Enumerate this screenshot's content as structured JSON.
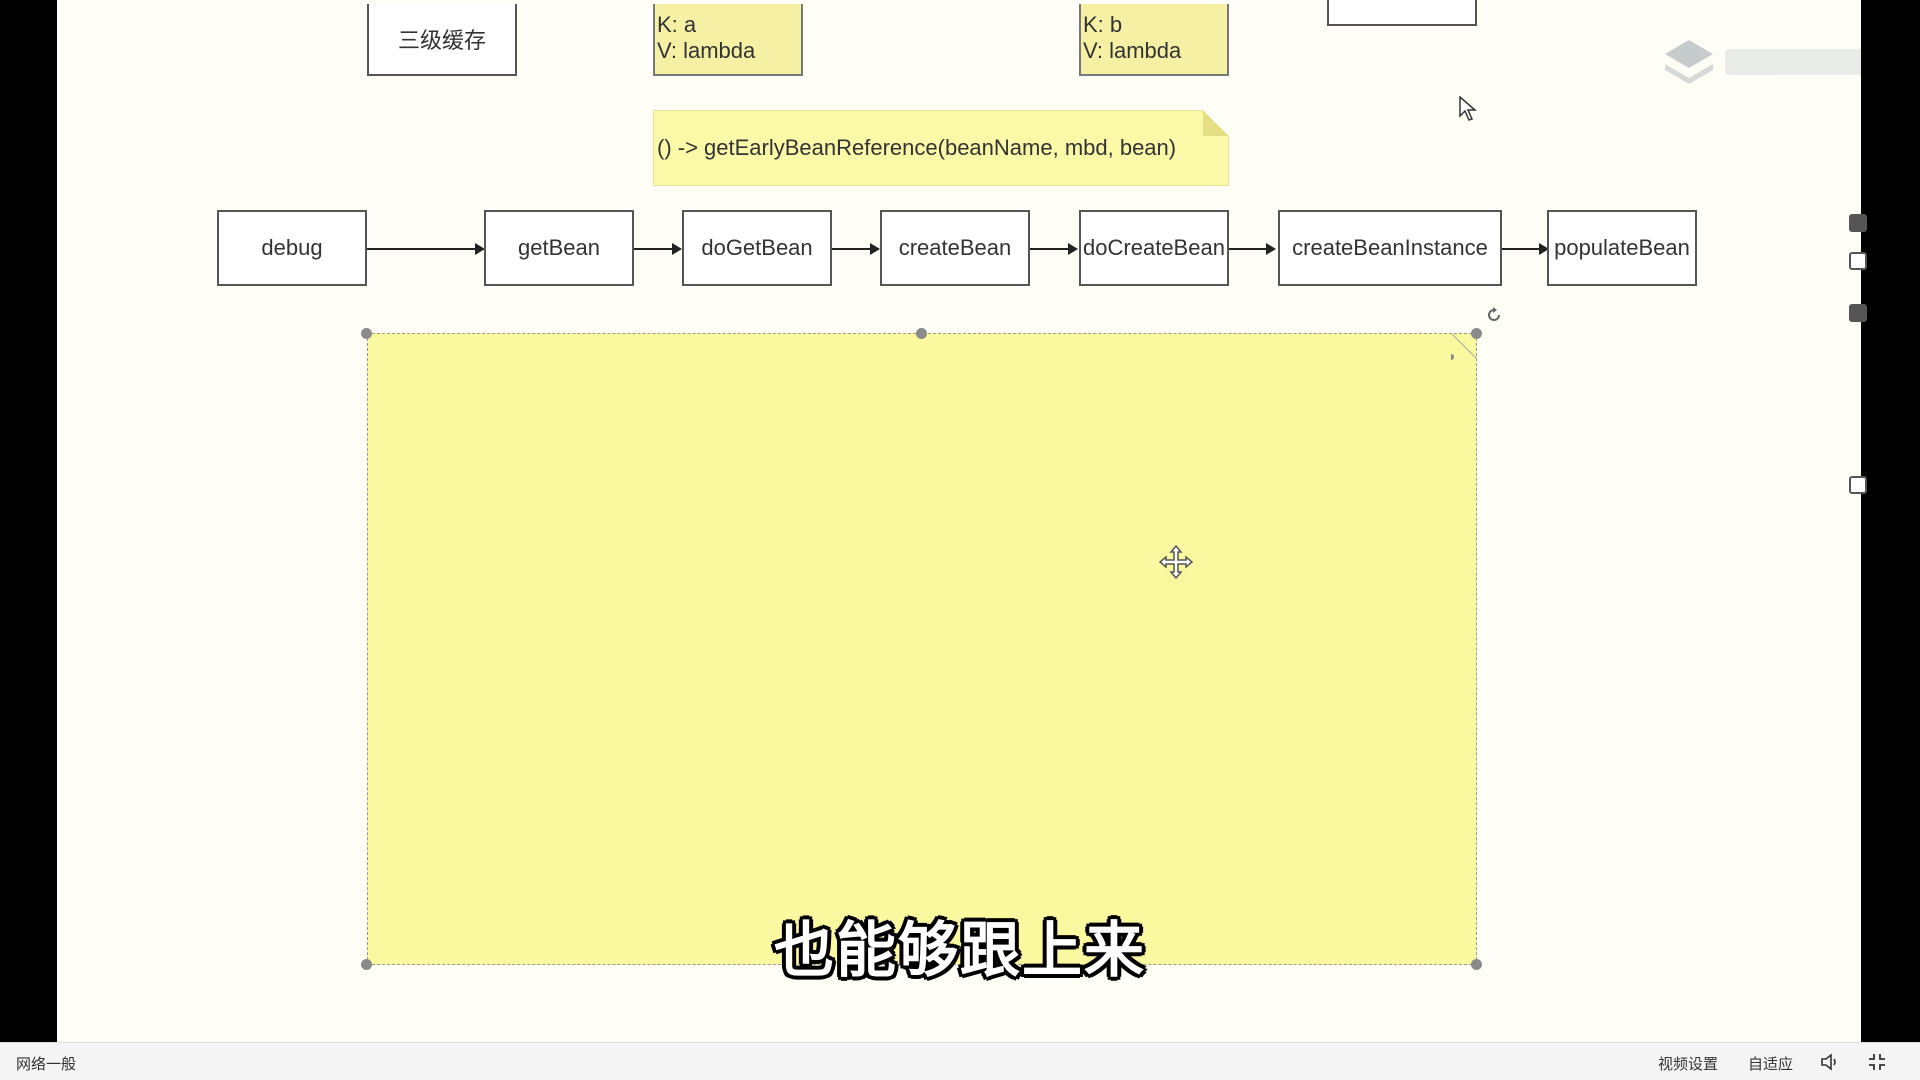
{
  "diagram": {
    "cache_label": "三级缓存",
    "kv_a": {
      "k": "K:  a",
      "v": "V: lambda"
    },
    "kv_b": {
      "k": "K:  b",
      "v": "V: lambda"
    },
    "lambda_note": "() -> getEarlyBeanReference(beanName, mbd, bean)",
    "flow": [
      "debug",
      "getBean",
      "doGetBean",
      "createBean",
      "doCreateBean",
      "createBeanInstance",
      "populateBean"
    ]
  },
  "subtitle": "也能够跟上来",
  "status_bar": {
    "network": "网络一般",
    "video_settings": "视频设置",
    "auto_fit": "自适应"
  },
  "colors": {
    "note_yellow": "#fbf99f",
    "canvas_bg": "#fefef6"
  }
}
